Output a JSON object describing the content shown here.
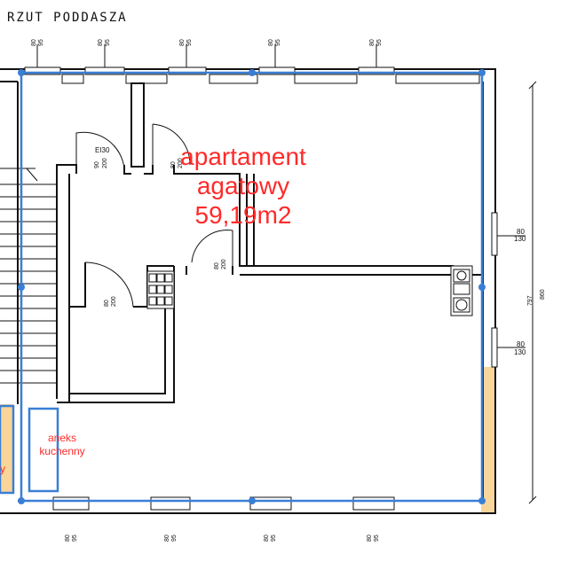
{
  "title": "RZUT PODDASZA",
  "rooms": {
    "main_line1": "apartament",
    "main_line2": "agatowy",
    "main_line3": "59,19m2",
    "annex_line1": "aneks",
    "annex_line2": "kuchenny",
    "edge_fragment": "y"
  },
  "labels": {
    "door_ei": "EI30",
    "door_w": "90",
    "door_h": "200",
    "door2_w": "80",
    "door2_h": "200",
    "win_w": "80",
    "win_h": "95",
    "win_side_w": "80",
    "win_side_h": "130",
    "dim_797": "797",
    "dim_860": "860"
  },
  "colors": {
    "outline_blue": "#3a7fd6",
    "wall": "#111111",
    "highlight": "#f9d59a",
    "text_red": "#ff2a2a"
  }
}
